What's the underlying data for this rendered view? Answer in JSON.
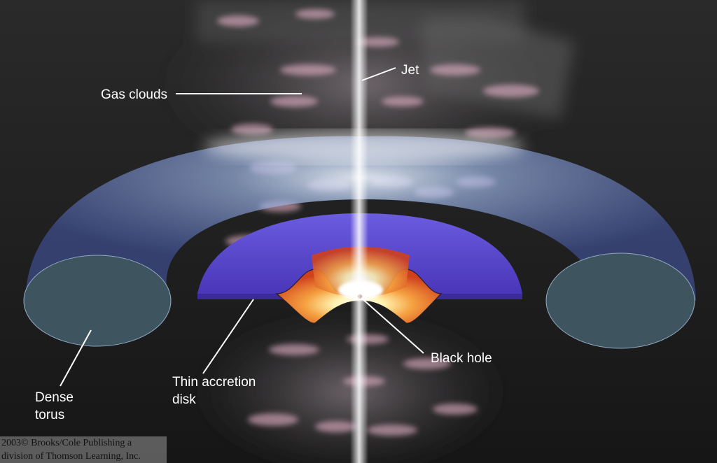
{
  "labels": {
    "jet": "Jet",
    "gas_clouds": "Gas clouds",
    "black_hole": "Black hole",
    "accretion_disk": "Thin accretion\ndisk",
    "torus": "Dense\ntorus"
  },
  "credit": "2003© Brooks/Cole Publishing a\ndivision of Thomson Learning, Inc.",
  "colors": {
    "background": "#1d1d1d",
    "torus_blue": "#5a73c4",
    "torus_section": "#3e5560",
    "disk_purple": "#5a46c8",
    "core_orange": "#e8642a",
    "cloud_pink": "#e6b4c8",
    "jet_white": "#ffffff"
  }
}
